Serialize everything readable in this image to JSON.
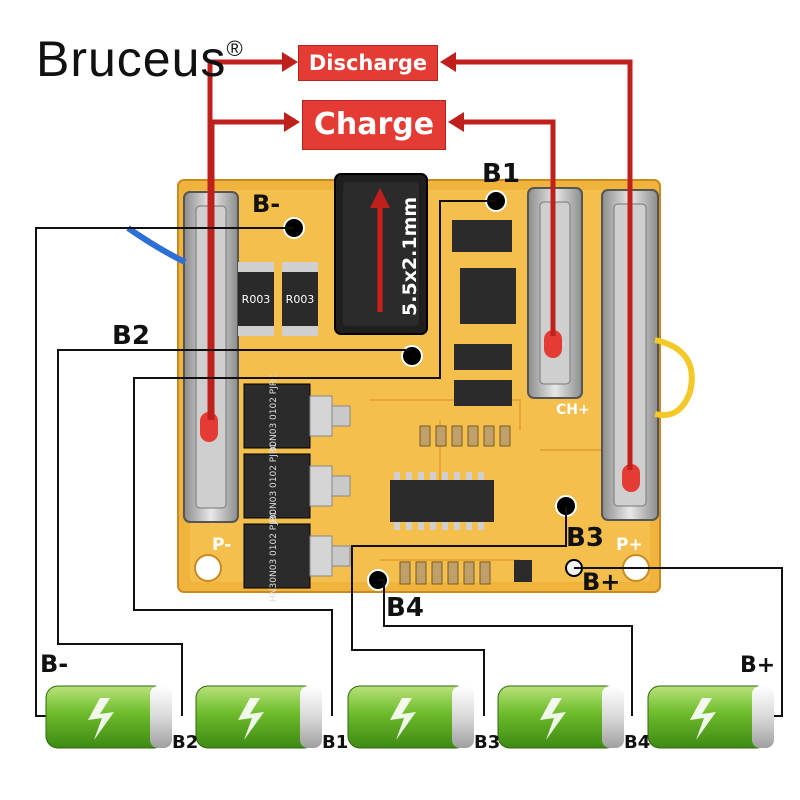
{
  "brand": {
    "name": "Bruceus",
    "mark": "®"
  },
  "labels": {
    "discharge": "Discharge",
    "charge": "Charge",
    "dc_jack": "5.5x2.1mm",
    "pcb_b1": "B1",
    "pcb_b2": "B2",
    "pcb_b3": "B3",
    "pcb_b4": "B4",
    "pcb_bminus": "B-",
    "pcb_bplus": "B+",
    "cell_bminus": "B-",
    "cell_bplus": "B+",
    "cell_b1": "B1",
    "cell_b2": "B2",
    "cell_b3": "B3",
    "cell_b4": "B4"
  },
  "pcb": {
    "resistor_1": "R003",
    "resistor_2": "R003",
    "mosfet_1": "HN30N03 0102 PJRC",
    "mosfet_2": "HN30N03 0102 PJRC",
    "mosfet_3": "HN30N03 0102 PJRC",
    "pad_pminus": "P-",
    "pad_pplus": "P+",
    "pad_chplus": "CH+"
  },
  "colors": {
    "tag_red": "#e53b35",
    "arrow_red": "#c0201c",
    "board": "#f0b43c",
    "wire": "#111111",
    "battery_green": "#6cbb2a"
  }
}
